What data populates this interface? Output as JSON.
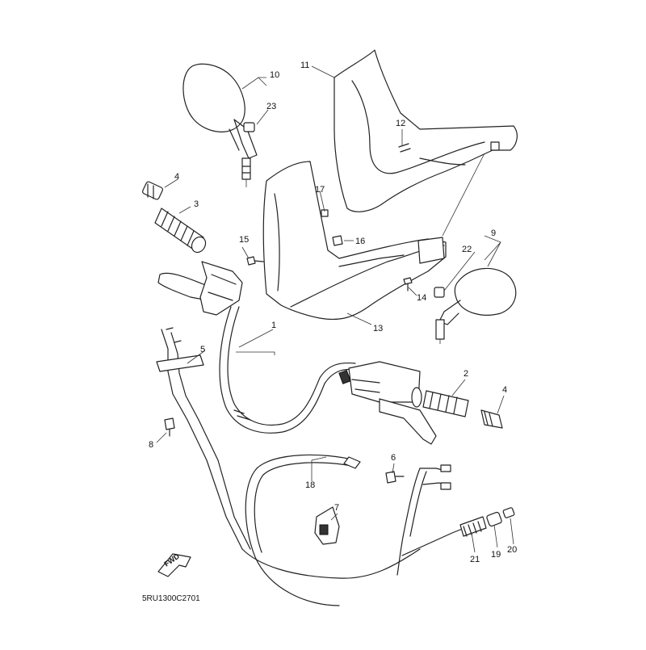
{
  "diagram": {
    "callouts": {
      "c1": "1",
      "c2": "2",
      "c3": "3",
      "c4a": "4",
      "c4b": "4",
      "c5": "5",
      "c6": "6",
      "c7": "7",
      "c8": "8",
      "c9": "9",
      "c10": "10",
      "c11": "11",
      "c12": "12",
      "c13": "13",
      "c14": "14",
      "c15": "15",
      "c16": "16",
      "c17": "17",
      "c18": "18",
      "c19": "19",
      "c20": "20",
      "c21": "21",
      "c22": "22",
      "c23": "23"
    },
    "fwd_label": "FWD",
    "drawing_code": "5RU1300C2701"
  }
}
